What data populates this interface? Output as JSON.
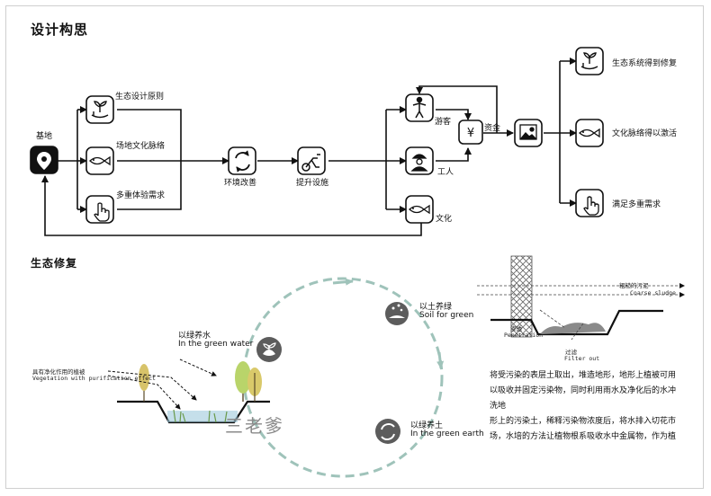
{
  "section1": {
    "title": "设计构思",
    "nodes": {
      "base": "基地",
      "principle": "生态设计原则",
      "context": "场地文化脉络",
      "needs": "多重体验需求",
      "environment": "环境改善",
      "facility": "提升设施",
      "visitor": "游客",
      "worker": "工人",
      "capital": "资金",
      "culture": "文化",
      "repair": "生态系统得到修复",
      "activate": "文化脉络得以激活",
      "satisfy": "满足多重需求"
    },
    "icons": {
      "base": "location-pin-icon",
      "principle": "hand-sprout-icon",
      "context": "fish-icon",
      "needs": "hand-pointer-icon",
      "environment": "recycle-arrows-icon",
      "facility": "exercise-bike-icon",
      "visitor": "person-icon",
      "worker": "worker-icon",
      "capital": "yen-icon",
      "hub": "image-icon",
      "culture": "fish-icon",
      "repair": "hand-sprout-icon",
      "activate": "fish-icon",
      "satisfy": "hand-pointer-icon"
    }
  },
  "section2": {
    "title": "生态修复",
    "cycle": {
      "soil_cn": "以土养绿",
      "soil_en": "Soil for green",
      "water_cn": "以绿养水",
      "water_en": "In the green water",
      "earth_cn": "以绿养土",
      "earth_en": "In the green earth"
    },
    "vegetation_cn": "具有净化作用的植被",
    "vegetation_en": "Vegetation with purification effect",
    "watermark": "三老爹",
    "filter_diagram": {
      "coarse_cn": "粗糙的污泥",
      "coarse_en": "Coarse sludge",
      "penetration_cn": "渗透",
      "penetration_en": "Penetration",
      "filter_cn": "过滤",
      "filter_en": "Filter out"
    },
    "paragraph": [
      "将受污染的表层土取出，堆造地形，地形上植被可用",
      "以吸收并固定污染物，同时利用雨水及净化后的水冲",
      "洗地",
      "形上的污染土，稀释污染物浓度后，将水排入切花市",
      "场，水培的方法让植物根系吸收水中金属物，作为植"
    ]
  }
}
